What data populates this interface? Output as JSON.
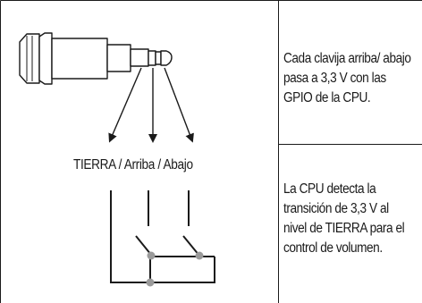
{
  "panels": {
    "top_text": "Cada clavija arriba/ abajo pasa a 3,3 V con las GPIO de la CPU.",
    "bottom_text": "La CPU detecta la transición de 3,3 V al nivel de TIERRA para el control de volumen."
  },
  "diagram": {
    "pin_label": "TIERRA / Arriba / Abajo"
  },
  "colors": {
    "line": "#1a1a1a",
    "node": "#9a9a9a",
    "connector_fill": "#ffffff"
  }
}
